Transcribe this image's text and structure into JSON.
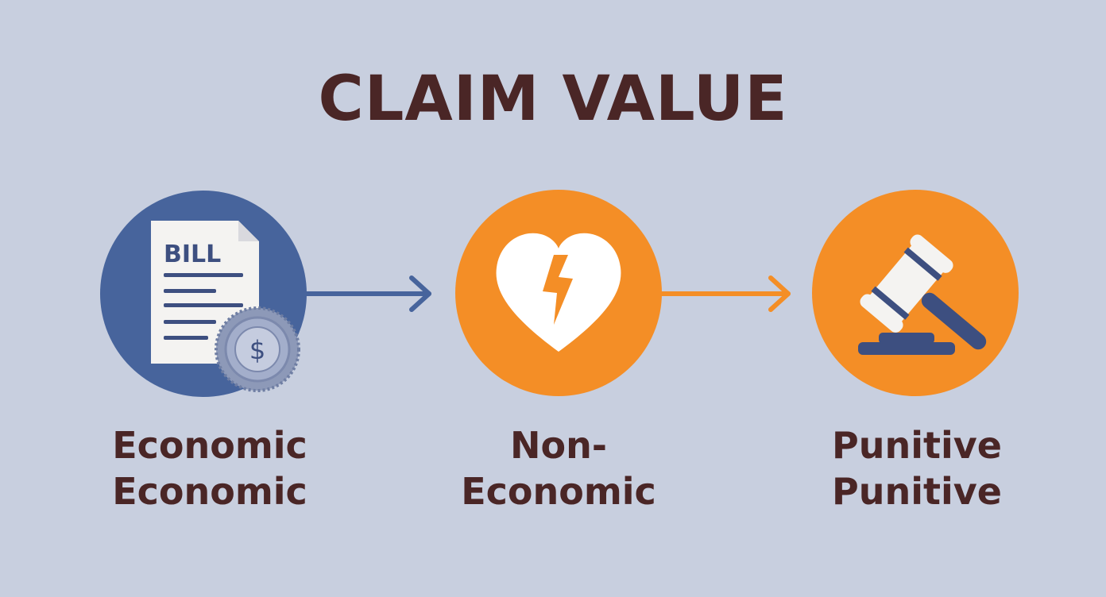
{
  "title": "CLAIM VALUE",
  "steps": [
    {
      "icon": "bill-icon",
      "icon_text": "BILL",
      "icon_symbol": "$",
      "color": "#47649c",
      "label_lines": [
        "Economic",
        "Economic"
      ]
    },
    {
      "icon": "broken-heart-icon",
      "color": "#f48e26",
      "label_lines": [
        "Non-",
        "Economic"
      ]
    },
    {
      "icon": "gavel-icon",
      "color": "#f48e26",
      "label_lines": [
        "Punitive",
        "Punitive"
      ]
    }
  ],
  "connectors": [
    {
      "icon": "arrow-right-icon",
      "color": "#47649c"
    },
    {
      "icon": "arrow-right-icon",
      "color": "#f48e26"
    }
  ],
  "colors": {
    "background": "#c8cfdf",
    "text": "#4a2626",
    "navy": "#3d4f80"
  }
}
